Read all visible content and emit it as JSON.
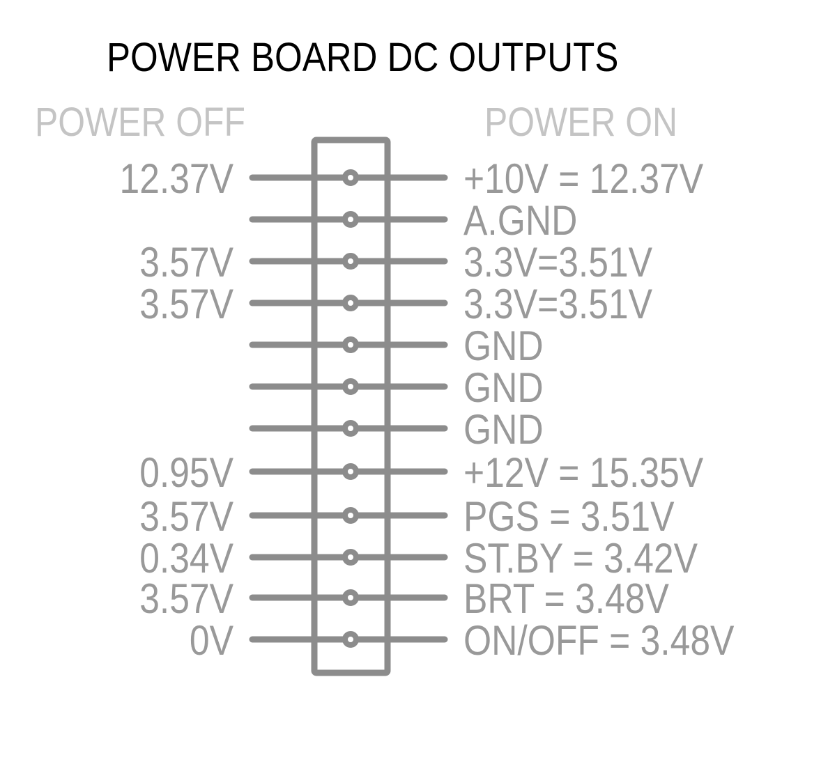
{
  "title": "POWER BOARD DC OUTPUTS",
  "headers": {
    "off": "POWER OFF",
    "on": "POWER ON"
  },
  "colors": {
    "trace": "#8c8c8c",
    "label": "#999999",
    "header": "#c4c4c4",
    "title": "#000000"
  },
  "pins": [
    {
      "off": "12.37V",
      "on": "+10V = 12.37V"
    },
    {
      "off": "",
      "on": "A.GND"
    },
    {
      "off": "3.57V",
      "on": "3.3V=3.51V"
    },
    {
      "off": "3.57V",
      "on": "3.3V=3.51V"
    },
    {
      "off": "",
      "on": "GND"
    },
    {
      "off": "",
      "on": "GND"
    },
    {
      "off": "",
      "on": "GND"
    },
    {
      "off": "0.95V",
      "on": "+12V = 15.35V"
    },
    {
      "off": "3.57V",
      "on": "PGS = 3.51V"
    },
    {
      "off": "0.34V",
      "on": "ST.BY = 3.42V"
    },
    {
      "off": "3.57V",
      "on": "BRT = 3.48V"
    },
    {
      "off": "0V",
      "on": "ON/OFF = 3.48V"
    }
  ]
}
